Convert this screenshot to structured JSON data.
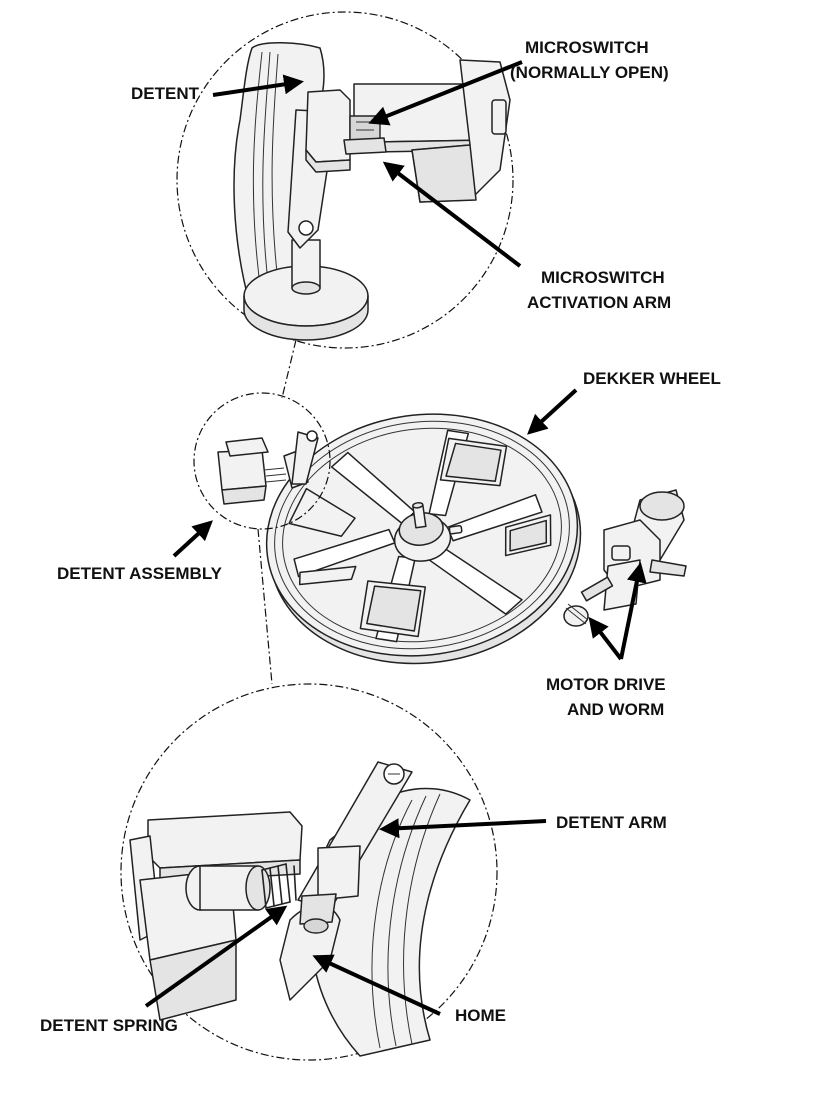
{
  "labels": {
    "microswitch_line1": "MICROSWITCH",
    "microswitch_line2": "(NORMALLY OPEN)",
    "detent_top": "DETENT",
    "activation_line1": "MICROSWITCH",
    "activation_line2": "ACTIVATION ARM",
    "dekker_wheel": "DEKKER WHEEL",
    "detent_assembly": "DETENT ASSEMBLY",
    "motor_line1": "MOTOR DRIVE",
    "motor_line2": "AND WORM",
    "detent_arm": "DETENT ARM",
    "detent_spring": "DETENT SPRING",
    "home": "HOME"
  }
}
